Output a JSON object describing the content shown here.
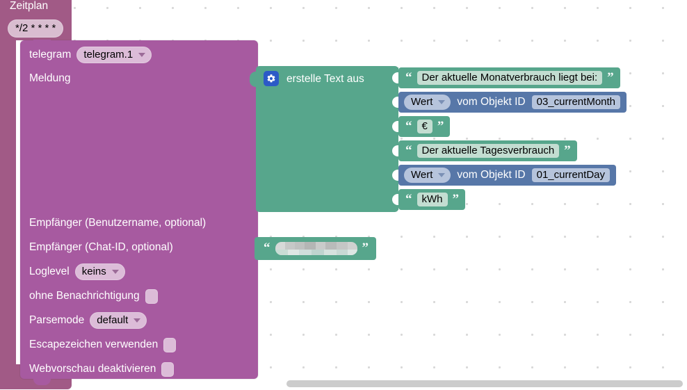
{
  "workspace": {
    "name": "blockly-workspace",
    "background_color": "#ffffff",
    "grid_dot_color": "#d8d8d8"
  },
  "colors": {
    "schedule_block": "#a15a86",
    "telegram_block": "#a75aa0",
    "text_block": "#57a68c",
    "getobject_block": "#5777a8",
    "field_purple": "#dcbcd8",
    "field_green": "#c3ddd1",
    "field_blue": "#b6c4dc",
    "gear_icon": "#2c5ac7",
    "scrollbar": "#cccccc"
  },
  "schedule_block": {
    "title": "Zeitplan",
    "cron_value": "*/2 * * * *"
  },
  "telegram_block": {
    "instance_label": "telegram",
    "instance_value": "telegram.1",
    "message_label": "Meldung",
    "recipient_username_label": "Empfänger (Benutzername, optional)",
    "recipient_chatid_label": "Empfänger (Chat-ID, optional)",
    "loglevel_label": "Loglevel",
    "loglevel_value": "keins",
    "silent_label": "ohne Benachrichtigung",
    "silent_checked": false,
    "parsemode_label": "Parsemode",
    "parsemode_value": "default",
    "escape_label": "Escapezeichen verwenden",
    "escape_checked": false,
    "webpreview_label": "Webvorschau deaktivieren",
    "webpreview_checked": false
  },
  "text_join_block": {
    "gear_icon_name": "gear-icon",
    "label": "erstelle Text aus",
    "rows": [
      {
        "kind": "string",
        "value": "Der aktuelle Monatverbrauch liegt bei:"
      },
      {
        "kind": "getobject",
        "property": "Wert",
        "middle_label": "vom Objekt ID",
        "object_id": "03_currentMonth"
      },
      {
        "kind": "string",
        "value": "€"
      },
      {
        "kind": "string",
        "value": "Der aktuelle Tagesverbrauch"
      },
      {
        "kind": "getobject",
        "property": "Wert",
        "middle_label": "vom Objekt ID",
        "object_id": "01_currentDay"
      },
      {
        "kind": "string",
        "value": "kWh"
      }
    ]
  },
  "chatid_string_block": {
    "kind": "string",
    "value": "",
    "redacted": true
  },
  "scrollbar": {
    "orientation": "horizontal",
    "name": "horizontal-scrollbar"
  }
}
